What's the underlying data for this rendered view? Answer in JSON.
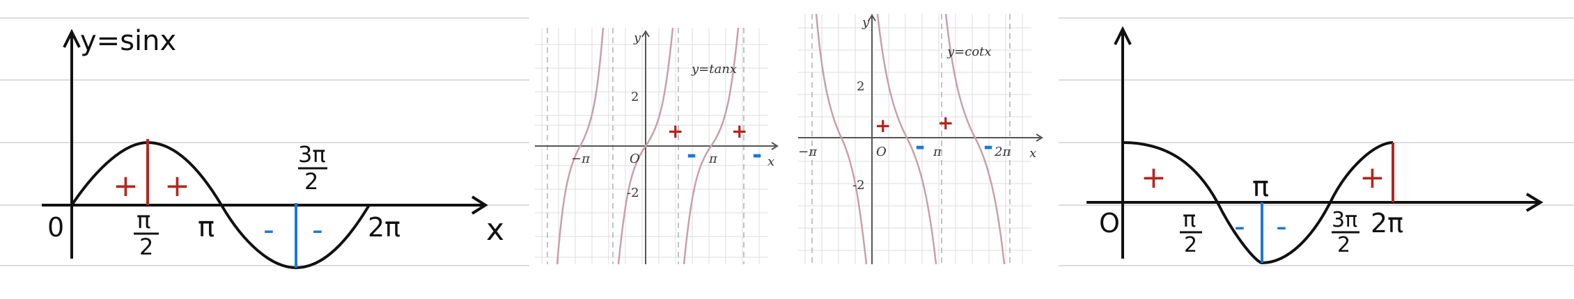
{
  "colors": {
    "ink": "#111111",
    "plus": "#b3261e",
    "minus": "#1f78d1",
    "trig_curve": "#c9a0a8",
    "grid": "#d9d9d9",
    "asymptote": "#b0b0b0",
    "notebook_line": "#dcdcdc"
  },
  "panel1": {
    "title": "y=sinx",
    "x_axis_label": "x",
    "origin": "0",
    "pi_half_num": "π",
    "pi_half_den": "2",
    "pi": "π",
    "three_pi_half_num": "3π",
    "three_pi_half_den": "2",
    "two_pi": "2π",
    "plus": "+",
    "minus": "-"
  },
  "panel2": {
    "ylabel": "y",
    "xlabel": "x",
    "func": "y=tanx",
    "ticks": {
      "y2": "2",
      "yneg2": "-2",
      "negpi": "−π",
      "origin": "O",
      "pi": "π"
    },
    "plus": "+",
    "minus": "-"
  },
  "panel3": {
    "ylabel": "y",
    "xlabel": "x",
    "func": "y=cotx",
    "ticks": {
      "y2": "2",
      "yneg2": "-2",
      "negpi": "−π",
      "origin": "O",
      "pi": "π",
      "twopi": "2π"
    },
    "plus": "+",
    "minus": "-"
  },
  "panel4": {
    "origin": "O",
    "pi_half_num": "π",
    "pi_half_den": "2",
    "pi": "π",
    "three_pi_half_num": "3π",
    "three_pi_half_den": "2",
    "two_pi": "2π",
    "plus": "+",
    "minus": "-"
  }
}
